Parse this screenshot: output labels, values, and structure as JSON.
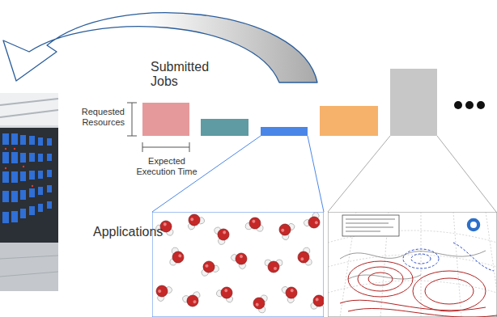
{
  "diagram": {
    "labels": [
      "Submitted Jobs",
      "Requested Resources",
      "Expected Execution Time",
      "Applications"
    ]
  }
}
